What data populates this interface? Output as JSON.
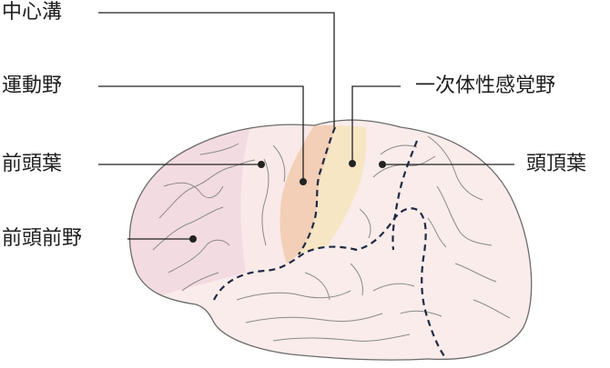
{
  "labels": {
    "central_sulcus": "中心溝",
    "motor_area": "運動野",
    "frontal_lobe": "前頭葉",
    "prefrontal_area": "前頭前野",
    "primary_somatosensory": "一次体性感覚野",
    "parietal_lobe": "頭頂葉"
  },
  "colors": {
    "prefrontal": "#f3dbe2",
    "frontal": "#f9e9e9",
    "motor": "#f2cfb6",
    "somatosensory": "#f7e6c4",
    "parietal": "#f9ecea",
    "temporal": "#f9ecea",
    "outline": "#6b6b6b",
    "gyri": "#8a8a8a",
    "dashed": "#1f2a44",
    "leader": "#222222"
  }
}
